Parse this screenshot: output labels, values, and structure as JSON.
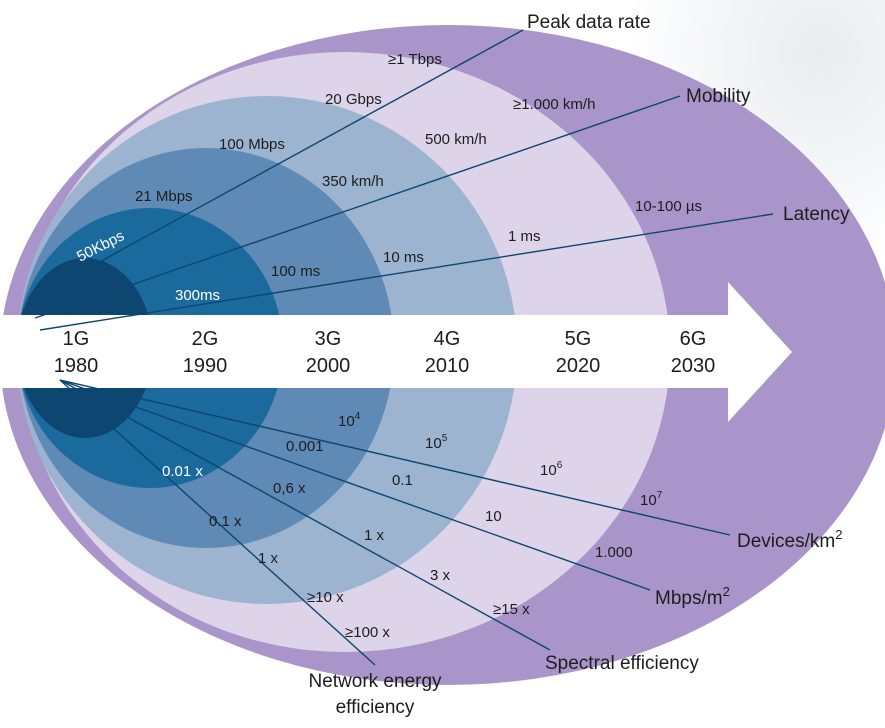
{
  "generations": [
    {
      "gen": "1G",
      "year": "1980"
    },
    {
      "gen": "2G",
      "year": "1990"
    },
    {
      "gen": "3G",
      "year": "2000"
    },
    {
      "gen": "4G",
      "year": "2010"
    },
    {
      "gen": "5G",
      "year": "2020"
    },
    {
      "gen": "6G",
      "year": "2030"
    }
  ],
  "axes": {
    "peak_data_rate": {
      "label": "Peak data rate",
      "values": [
        "50Kbps",
        "21 Mbps",
        "100 Mbps",
        "20 Gbps",
        "≥1 Tbps"
      ]
    },
    "mobility": {
      "label": "Mobility",
      "values": [
        "350 km/h",
        "500 km/h",
        "≥1.000 km/h"
      ]
    },
    "latency": {
      "label": "Latency",
      "values": [
        "300ms",
        "100 ms",
        "10 ms",
        "1 ms",
        "10-100 µs"
      ]
    },
    "devices": {
      "label": "Devices/km",
      "sup": "2",
      "values": [
        {
          "base": "10",
          "exp": "4"
        },
        {
          "base": "10",
          "exp": "5"
        },
        {
          "base": "10",
          "exp": "6"
        },
        {
          "base": "10",
          "exp": "7"
        }
      ]
    },
    "mbps_m2": {
      "label": "Mbps/m",
      "sup": "2",
      "values": [
        "0.001",
        "0.1",
        "10",
        "1.000"
      ]
    },
    "spectral": {
      "label": "Spectral efficiency",
      "values": [
        "0.01 x",
        "0,6 x",
        "1 x",
        "3 x",
        "≥15 x"
      ]
    },
    "energy": {
      "label_lines": [
        "Network energy",
        "efficiency"
      ],
      "values": [
        "0.1 x",
        "1 x",
        "≥10 x",
        "≥100 x"
      ]
    }
  },
  "colors": {
    "ring_6g": "#a995c9",
    "ring_5g": "#ddd4e9",
    "ring_4g": "#9cb4d0",
    "ring_3g": "#5e8ab5",
    "ring_2g": "#1a6a9e",
    "ring_1g": "#0d4670",
    "line": "#0d4670",
    "arrow": "#ffffff"
  }
}
